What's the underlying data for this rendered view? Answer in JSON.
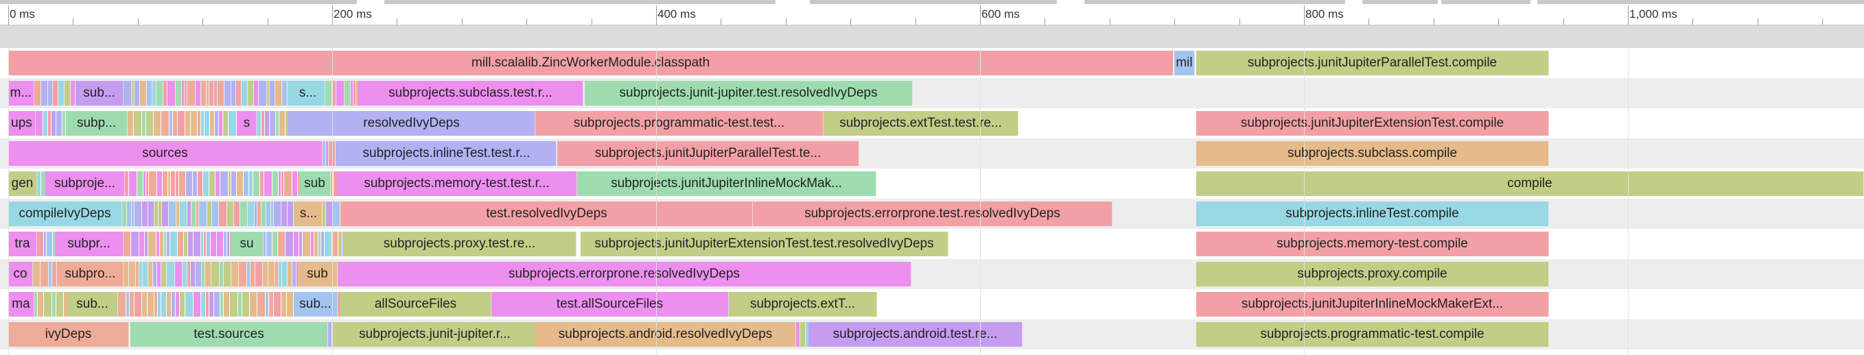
{
  "timeline": {
    "ticks": [
      "0 ms",
      "200 ms",
      "400 ms",
      "600 ms",
      "800 ms",
      "1,000 ms"
    ]
  },
  "colors": {
    "pink": "#f2a0a6",
    "blue": "#a4c4f0",
    "green": "#c2cd86",
    "teal": "#9edcaf",
    "magenta": "#ec8fee",
    "violet": "#c49df0",
    "periwinkle": "#b1b1f4",
    "orange": "#e6bb8b",
    "cyan": "#97d8e4",
    "salmon": "#eeab98"
  },
  "lanes": [
    {
      "bars": [
        {
          "label": "mill.scalalib.ZincWorkerModule.classpath",
          "color": "pink"
        },
        {
          "label": "mil",
          "color": "blue"
        },
        {
          "label": "subprojects.junitJupiterParallelTest.compile",
          "color": "green"
        }
      ]
    },
    {
      "bars": [
        {
          "label": "m...",
          "color": "magenta"
        },
        {
          "label": "sub...",
          "color": "violet"
        },
        {
          "label": "s...",
          "color": "cyan"
        },
        {
          "label": "subprojects.subclass.test.r...",
          "color": "magenta"
        },
        {
          "label": "subprojects.junit-jupiter.test.resolvedIvyDeps",
          "color": "teal"
        }
      ]
    },
    {
      "bars": [
        {
          "label": "ups",
          "color": "magenta"
        },
        {
          "label": "subp...",
          "color": "teal"
        },
        {
          "label": "s",
          "color": "magenta"
        },
        {
          "label": "resolvedIvyDeps",
          "color": "periwinkle"
        },
        {
          "label": "subprojects.programmatic-test.test...",
          "color": "pink"
        },
        {
          "label": "subprojects.extTest.test.re...",
          "color": "green"
        },
        {
          "label": "subprojects.junitJupiterExtensionTest.compile",
          "color": "pink"
        }
      ]
    },
    {
      "bars": [
        {
          "label": "sources",
          "color": "magenta"
        },
        {
          "label": "subprojects.inlineTest.test.r...",
          "color": "periwinkle"
        },
        {
          "label": "subprojects.junitJupiterParallelTest.te...",
          "color": "pink"
        },
        {
          "label": "subprojects.subclass.compile",
          "color": "orange"
        }
      ]
    },
    {
      "bars": [
        {
          "label": "gen",
          "color": "green"
        },
        {
          "label": "subproje...",
          "color": "magenta"
        },
        {
          "label": "sub",
          "color": "teal"
        },
        {
          "label": "subprojects.memory-test.test.r...",
          "color": "magenta"
        },
        {
          "label": "subprojects.junitJupiterInlineMockMak...",
          "color": "teal"
        },
        {
          "label": "compile",
          "color": "green"
        }
      ]
    },
    {
      "bars": [
        {
          "label": "compileIvyDeps",
          "color": "cyan"
        },
        {
          "label": "s...",
          "color": "orange"
        },
        {
          "label": "test.resolvedIvyDeps",
          "color": "pink"
        },
        {
          "label": "subprojects.errorprone.test.resolvedIvyDeps",
          "color": "pink"
        },
        {
          "label": "subprojects.inlineTest.compile",
          "color": "cyan"
        }
      ]
    },
    {
      "bars": [
        {
          "label": "tra",
          "color": "magenta"
        },
        {
          "label": "subpr...",
          "color": "magenta"
        },
        {
          "label": "su",
          "color": "teal"
        },
        {
          "label": "subprojects.proxy.test.re...",
          "color": "green"
        },
        {
          "label": "subprojects.junitJupiterExtensionTest.test.resolvedIvyDeps",
          "color": "green"
        },
        {
          "label": "subprojects.memory-test.compile",
          "color": "pink"
        }
      ]
    },
    {
      "bars": [
        {
          "label": "co",
          "color": "magenta"
        },
        {
          "label": "subpro...",
          "color": "salmon"
        },
        {
          "label": "sub",
          "color": "orange"
        },
        {
          "label": "subprojects.errorprone.resolvedIvyDeps",
          "color": "magenta"
        },
        {
          "label": "subprojects.proxy.compile",
          "color": "green"
        }
      ]
    },
    {
      "bars": [
        {
          "label": "ma",
          "color": "magenta"
        },
        {
          "label": "sub...",
          "color": "green"
        },
        {
          "label": "sub...",
          "color": "blue"
        },
        {
          "label": "allSourceFiles",
          "color": "green"
        },
        {
          "label": "test.allSourceFiles",
          "color": "magenta"
        },
        {
          "label": "subprojects.extT...",
          "color": "green"
        },
        {
          "label": "subprojects.junitJupiterInlineMockMakerExt...",
          "color": "pink"
        }
      ]
    },
    {
      "bars": [
        {
          "label": "ivyDeps",
          "color": "salmon"
        },
        {
          "label": "test.sources",
          "color": "teal"
        },
        {
          "label": "subprojects.junit-jupiter.r...",
          "color": "green"
        },
        {
          "label": "subprojects.android.resolvedIvyDeps",
          "color": "orange"
        },
        {
          "label": "subprojects.android.test.re...",
          "color": "violet"
        },
        {
          "label": "subprojects.programmatic-test.compile",
          "color": "green"
        }
      ]
    }
  ]
}
